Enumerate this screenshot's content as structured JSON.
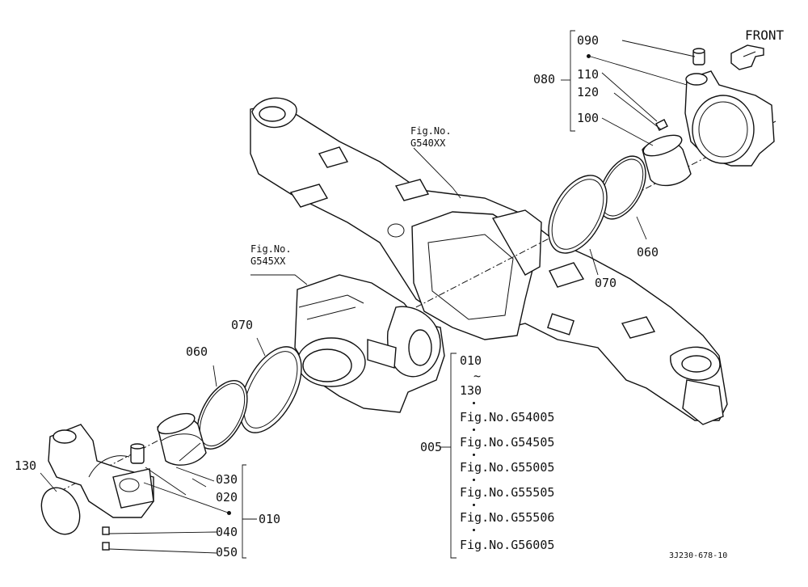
{
  "orientation": {
    "label": "FRONT"
  },
  "figure_refs": {
    "axle_housing": [
      "Fig.No.",
      "G540XX"
    ],
    "gear_case": [
      "Fig.No.",
      "G545XX"
    ]
  },
  "callouts": {
    "p005": "005",
    "p010_group": "010",
    "p020": "020",
    "p030": "030",
    "p040": "040",
    "p050": "050",
    "p060_left": "060",
    "p070_left": "070",
    "p130": "130",
    "p080": "080",
    "p090": "090",
    "p100": "100",
    "p110": "110",
    "p120": "120",
    "p060_right": "060",
    "p070_right": "070"
  },
  "assembly_list": {
    "range_start": "010",
    "range_sep": "~",
    "range_end": "130",
    "figures": [
      "Fig.No.G54005",
      "Fig.No.G54505",
      "Fig.No.G55005",
      "Fig.No.G55505",
      "Fig.No.G55506",
      "Fig.No.G56005"
    ]
  },
  "drawing_code": "3J230-678-10"
}
